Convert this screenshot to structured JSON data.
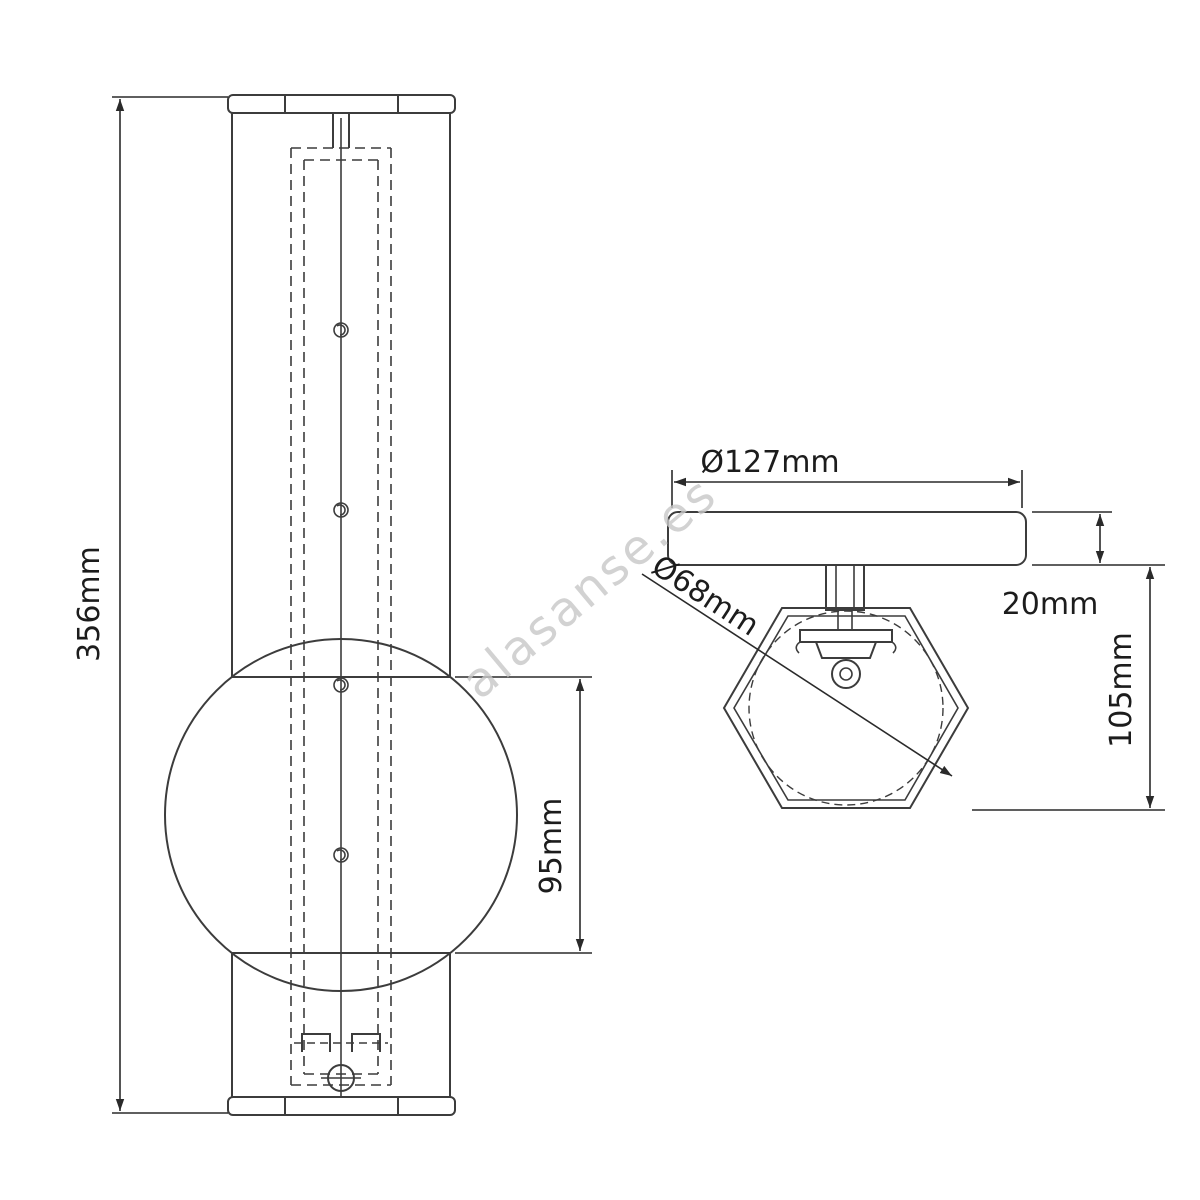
{
  "colors": {
    "line": "#3c3c3c",
    "dimension_text": "#1c1c1c",
    "watermark": "#c8c8c8",
    "background": "#ffffff"
  },
  "watermark": {
    "text": "alasanse.es"
  },
  "front_view": {
    "dim_overall_height": "356mm",
    "dim_globe_height": "95mm"
  },
  "top_view": {
    "dim_plate_diameter": "Ø127mm",
    "dim_globe_diameter": "Ø68mm",
    "dim_plate_thickness": "20mm",
    "dim_depth": "105mm"
  }
}
